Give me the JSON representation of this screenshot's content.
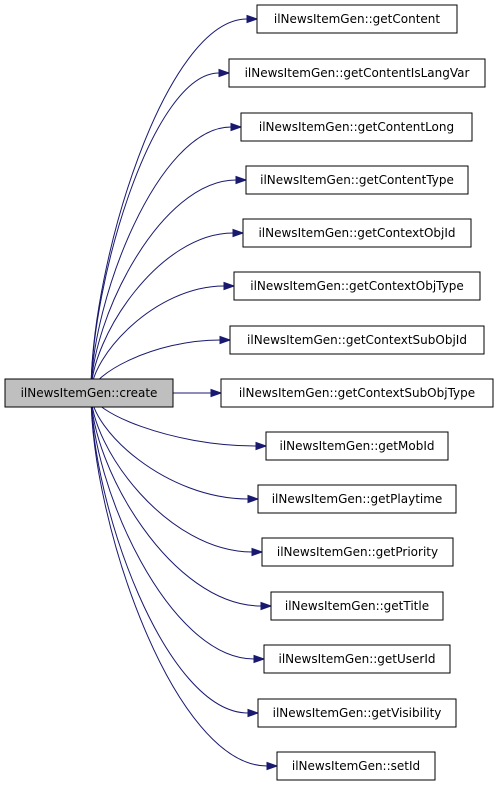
{
  "diagram": {
    "source": {
      "label": "ilNewsItemGen::create",
      "fill": "#bfbfbf"
    },
    "targets": [
      {
        "label": "ilNewsItemGen::getContent"
      },
      {
        "label": "ilNewsItemGen::getContentIsLangVar"
      },
      {
        "label": "ilNewsItemGen::getContentLong"
      },
      {
        "label": "ilNewsItemGen::getContentType"
      },
      {
        "label": "ilNewsItemGen::getContextObjId"
      },
      {
        "label": "ilNewsItemGen::getContextObjType"
      },
      {
        "label": "ilNewsItemGen::getContextSubObjId"
      },
      {
        "label": "ilNewsItemGen::getContextSubObjType"
      },
      {
        "label": "ilNewsItemGen::getMobId"
      },
      {
        "label": "ilNewsItemGen::getPlaytime"
      },
      {
        "label": "ilNewsItemGen::getPriority"
      },
      {
        "label": "ilNewsItemGen::getTitle"
      },
      {
        "label": "ilNewsItemGen::getUserId"
      },
      {
        "label": "ilNewsItemGen::getVisibility"
      },
      {
        "label": "ilNewsItemGen::setId"
      }
    ],
    "edge_color": "#191970"
  }
}
